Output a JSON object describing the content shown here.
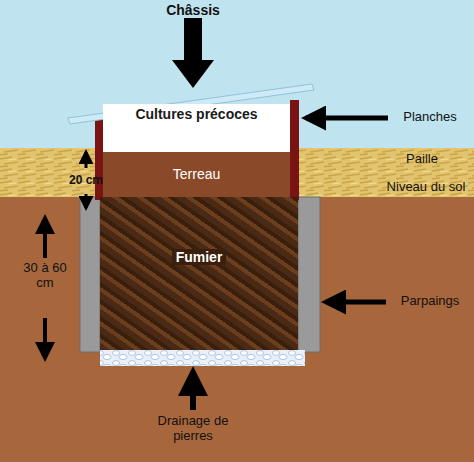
{
  "diagram": {
    "nodes": [
      {
        "text": [
          "Cultures précoces"
        ]
      },
      {
        "text": [
          "Terreau"
        ]
      },
      {
        "text": [
          "Fumier"
        ]
      }
    ],
    "labels": [
      "Châssis",
      "Planches",
      "Paille",
      "Niveau du sol",
      "20 cm",
      "30 à 60 cm",
      "Parpaings",
      "Drainage de pierres"
    ]
  }
}
